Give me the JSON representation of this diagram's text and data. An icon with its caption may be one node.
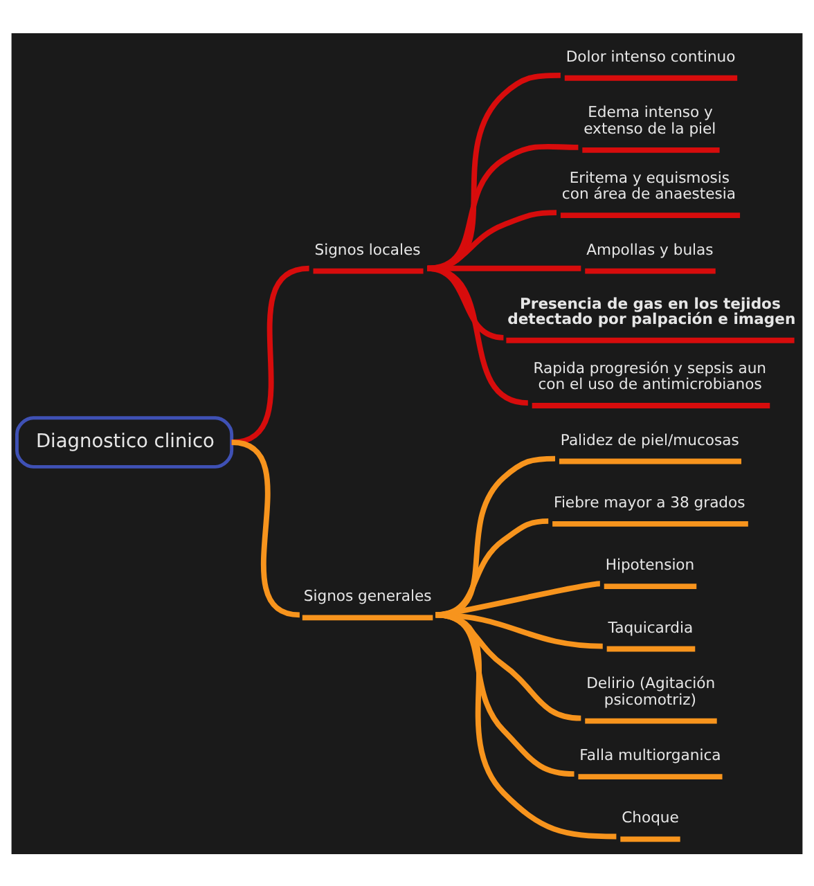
{
  "diagram": {
    "nodes": [
      {
        "text": [
          "Diagnostico clinico"
        ]
      },
      {
        "text": [
          "Signos locales"
        ]
      },
      {
        "text": [
          "Dolor intenso continuo"
        ]
      },
      {
        "text": [
          "Edema intenso y extenso de la piel"
        ]
      },
      {
        "text": [
          "Eritema y equismosis con área de anaestesia"
        ]
      },
      {
        "text": [
          "Ampollas y bulas"
        ]
      },
      {
        "text": [
          "Presencia de gas en los tejidos detectado por palpación e imagen"
        ]
      },
      {
        "text": [
          "Rapida progresión y sepsis aun con el uso de antimicrobianos"
        ]
      },
      {
        "text": [
          "Signos generales"
        ]
      },
      {
        "text": [
          "Palidez de piel/mucosas"
        ]
      },
      {
        "text": [
          "Fiebre mayor a 38 grados"
        ]
      },
      {
        "text": [
          "Hipotension"
        ]
      },
      {
        "text": [
          "Taquicardia"
        ]
      },
      {
        "text": [
          "Delirio (Agitación psicomotriz)"
        ]
      },
      {
        "text": [
          "Falla multiorganica"
        ]
      },
      {
        "text": [
          "Choque"
        ]
      }
    ],
    "edges": [
      {
        "from": 0,
        "to": 1,
        "arrow": "none",
        "color": "#d70c0c"
      },
      {
        "from": 1,
        "to": 2,
        "arrow": "none",
        "color": "#d70c0c"
      },
      {
        "from": 1,
        "to": 3,
        "arrow": "none",
        "color": "#d70c0c"
      },
      {
        "from": 1,
        "to": 4,
        "arrow": "none",
        "color": "#d70c0c"
      },
      {
        "from": 1,
        "to": 5,
        "arrow": "none",
        "color": "#d70c0c"
      },
      {
        "from": 1,
        "to": 6,
        "arrow": "none",
        "color": "#d70c0c"
      },
      {
        "from": 1,
        "to": 7,
        "arrow": "none",
        "color": "#d70c0c"
      },
      {
        "from": 0,
        "to": 8,
        "arrow": "none"
      },
      {
        "from": 8,
        "to": 9,
        "arrow": "none"
      },
      {
        "from": 8,
        "to": 10,
        "arrow": "none"
      },
      {
        "from": 8,
        "to": 11,
        "arrow": "none"
      },
      {
        "from": 8,
        "to": 12,
        "arrow": "none"
      },
      {
        "from": 8,
        "to": 13,
        "arrow": "none"
      },
      {
        "from": 8,
        "to": 14,
        "arrow": "none"
      },
      {
        "from": 8,
        "to": 15,
        "arrow": "none"
      }
    ]
  }
}
